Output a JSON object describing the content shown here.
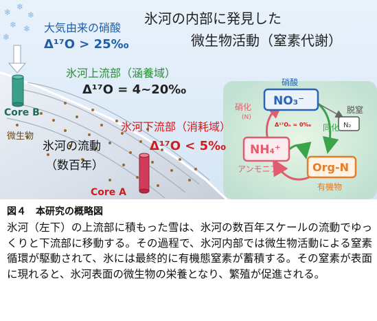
{
  "figure": {
    "title_line1": "氷河の内部に発見した",
    "title_line2": "微生物活動（窒素代謝）",
    "atm_nitrate_label": "大気由来の硝酸",
    "atm_nitrate_value": "Δ¹⁷O > 25‰",
    "upstream_label": "氷河上流部（涵養域）",
    "upstream_value": "Δ¹⁷O = 4~20‰",
    "downstream_label": "氷河下流部（消耗域）",
    "downstream_value": "Δ¹⁷O < 5‰",
    "core_b": "Core B",
    "core_a": "Core A",
    "microbes": "微生物",
    "glacier_flow_line1": "氷河の流動",
    "glacier_flow_line2": "（数百年）",
    "cycle": {
      "nitrate": "硝酸",
      "no3": "NO₃⁻",
      "n2": "N₂",
      "nh4": "NH₄⁺",
      "orgn": "Org-N",
      "nitrification": "硝化",
      "nitrification_n": "(N)",
      "denitrification": "脱窒",
      "assimilation": "同化",
      "ammonia": "アンモニア",
      "organic": "有機物",
      "delta_on": "Δ¹⁷Oₙ = 0‰"
    }
  },
  "caption": {
    "title": "図４　本研究の概略図",
    "text": "氷河（左下）の上流部に積もった雪は、氷河の数百年スケールの流動でゆっくりと下流部に移動する。その過程で、氷河内部では微生物活動による窒素循環が駆動されて、氷には最終的に有機態窒素が蓄積する。その窒素が表面に現れると、氷河表面の微生物の栄養となり、繁殖が促進される。"
  },
  "colors": {
    "blue_text": "#1f5ea8",
    "green_text": "#2e8b3c",
    "red_text": "#d01c1c",
    "cycle_pink": "#e05c6e",
    "cycle_green": "#3aa44a",
    "cycle_orange": "#e27d2a"
  }
}
